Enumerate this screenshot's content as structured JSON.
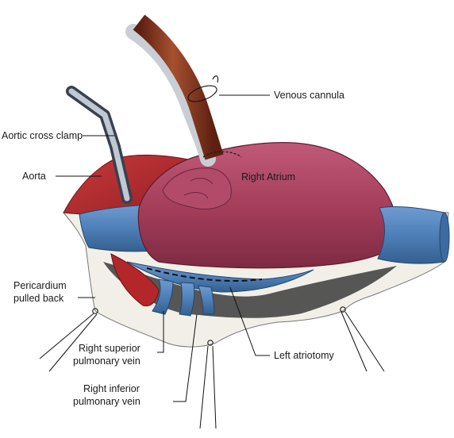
{
  "labels": {
    "venous_cannula": "Venous cannula",
    "aortic_cross_clamp": "Aortic cross clamp",
    "aorta": "Aorta",
    "right_atrium": "Right Atrium",
    "pericardium_line1": "Pericardium",
    "pericardium_line2": "pulled back",
    "right_superior_line1": "Right superior",
    "right_superior_line2": "pulmonary vein",
    "right_inferior_line1": "Right inferior",
    "right_inferior_line2": "pulmonary vein",
    "left_atriotomy": "Left atriotomy"
  },
  "colors": {
    "aorta": "#b3262a",
    "right_atrium": "#a23c59",
    "vein_blue": "#4f7fb8",
    "cannula": "#7a2e1a",
    "pericardium": "#f1efe8",
    "clamp_steel": "#8a95a3"
  }
}
